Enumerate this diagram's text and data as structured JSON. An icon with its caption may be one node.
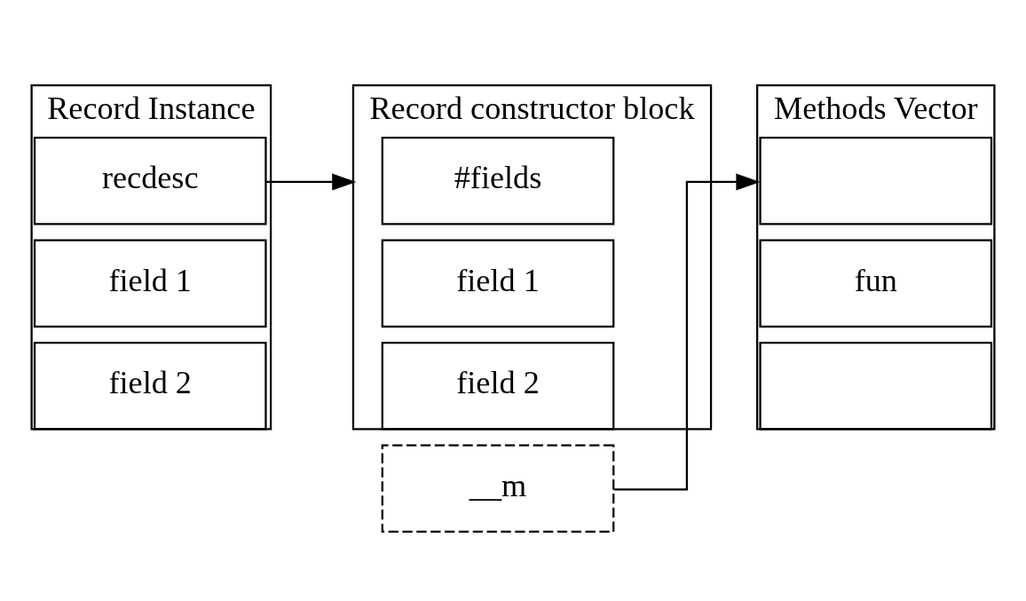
{
  "diagram": {
    "nodes": [
      {
        "text": [
          "Record Instance"
        ]
      },
      {
        "text": [
          "recdesc"
        ],
        "in": 0
      },
      {
        "text": [
          "field 1"
        ],
        "in": 0
      },
      {
        "text": [
          "field 2"
        ],
        "in": 0
      },
      {
        "text": [
          "Record constructor block"
        ]
      },
      {
        "text": [
          "#fields"
        ],
        "in": 4
      },
      {
        "text": [
          "field 1"
        ],
        "in": 4
      },
      {
        "text": [
          "field 2"
        ],
        "in": 4
      },
      {
        "text": [
          "__m"
        ]
      },
      {
        "text": [
          "Methods Vector"
        ]
      },
      {
        "text": [],
        "shape": "box",
        "in": 9
      },
      {
        "text": [
          "fun"
        ],
        "in": 9
      },
      {
        "text": [],
        "shape": "box",
        "in": 9
      }
    ],
    "edges": [
      {
        "from": 1,
        "to": 4,
        "arrow": "to"
      },
      {
        "from": 8,
        "to": 9,
        "arrow": "to"
      }
    ]
  }
}
